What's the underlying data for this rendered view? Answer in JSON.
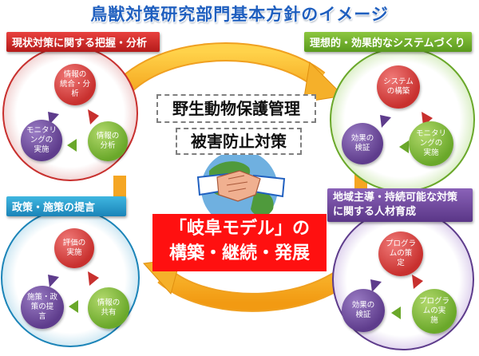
{
  "title": "鳥獣対策研究部門基本方針のイメージ",
  "center": {
    "box1": "野生動物保護管理",
    "box2": "被害防止対策",
    "model_line1": "「岐阜モデル」の",
    "model_line2": "構築・継続・発展"
  },
  "quadrants": {
    "top_left": {
      "header": "現状対策に関する把握・分析",
      "nodes": [
        "情報の\n統合・分\n析",
        "情報の\n分析",
        "モニタリ\nングの\n実施"
      ]
    },
    "top_right": {
      "header": "理想的・効果的なシステムづくり",
      "nodes": [
        "システム\nの構築",
        "モニタリ\nングの\n実施",
        "効果の\n検証"
      ]
    },
    "bottom_left": {
      "header": "政策・施策の提言",
      "nodes": [
        "評価の\n実施",
        "情報の\n共有",
        "施策・政\n策の提\n言"
      ]
    },
    "bottom_right": {
      "header": "地域主導・持続可能な対策\nに関する人材育成",
      "nodes": [
        "プログラ\nムの策\n定",
        "プログラ\nムの実\n施",
        "効果の\n検証"
      ]
    }
  },
  "colors": {
    "title": "#1f5fbf",
    "red": "#c8302e",
    "green": "#6aa82a",
    "blue": "#1b84b8",
    "purple": "#5e3c8c",
    "cycle_arrow": "#f5a623",
    "model_bg": "#ff1010"
  },
  "icons": [
    "handshake-icon",
    "globe-icon"
  ]
}
